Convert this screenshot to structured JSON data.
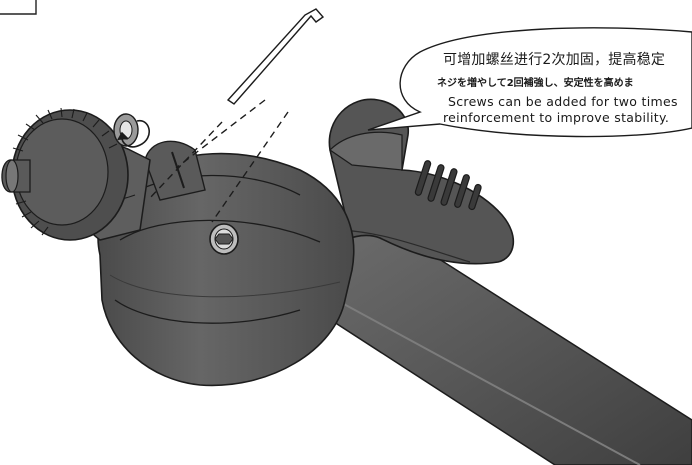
{
  "callout": {
    "line_zh": "可增加螺丝进行2次加固，提高稳定",
    "line_ja": "ネジを増やして2回補強し、安定性を高めま",
    "line_en1": "Screws can be added for two times",
    "line_en2": "reinforcement to improve stability."
  },
  "colors": {
    "body": "#5a5a5a",
    "body_dark": "#3f3f3f",
    "body_light": "#7a7a7a",
    "outline": "#1c1c1c",
    "background": "#ffffff"
  },
  "parts": [
    "hex-key",
    "knurled-knob",
    "ball-head-clamp",
    "tilt-lever",
    "extension-pole",
    "hex-screw"
  ]
}
